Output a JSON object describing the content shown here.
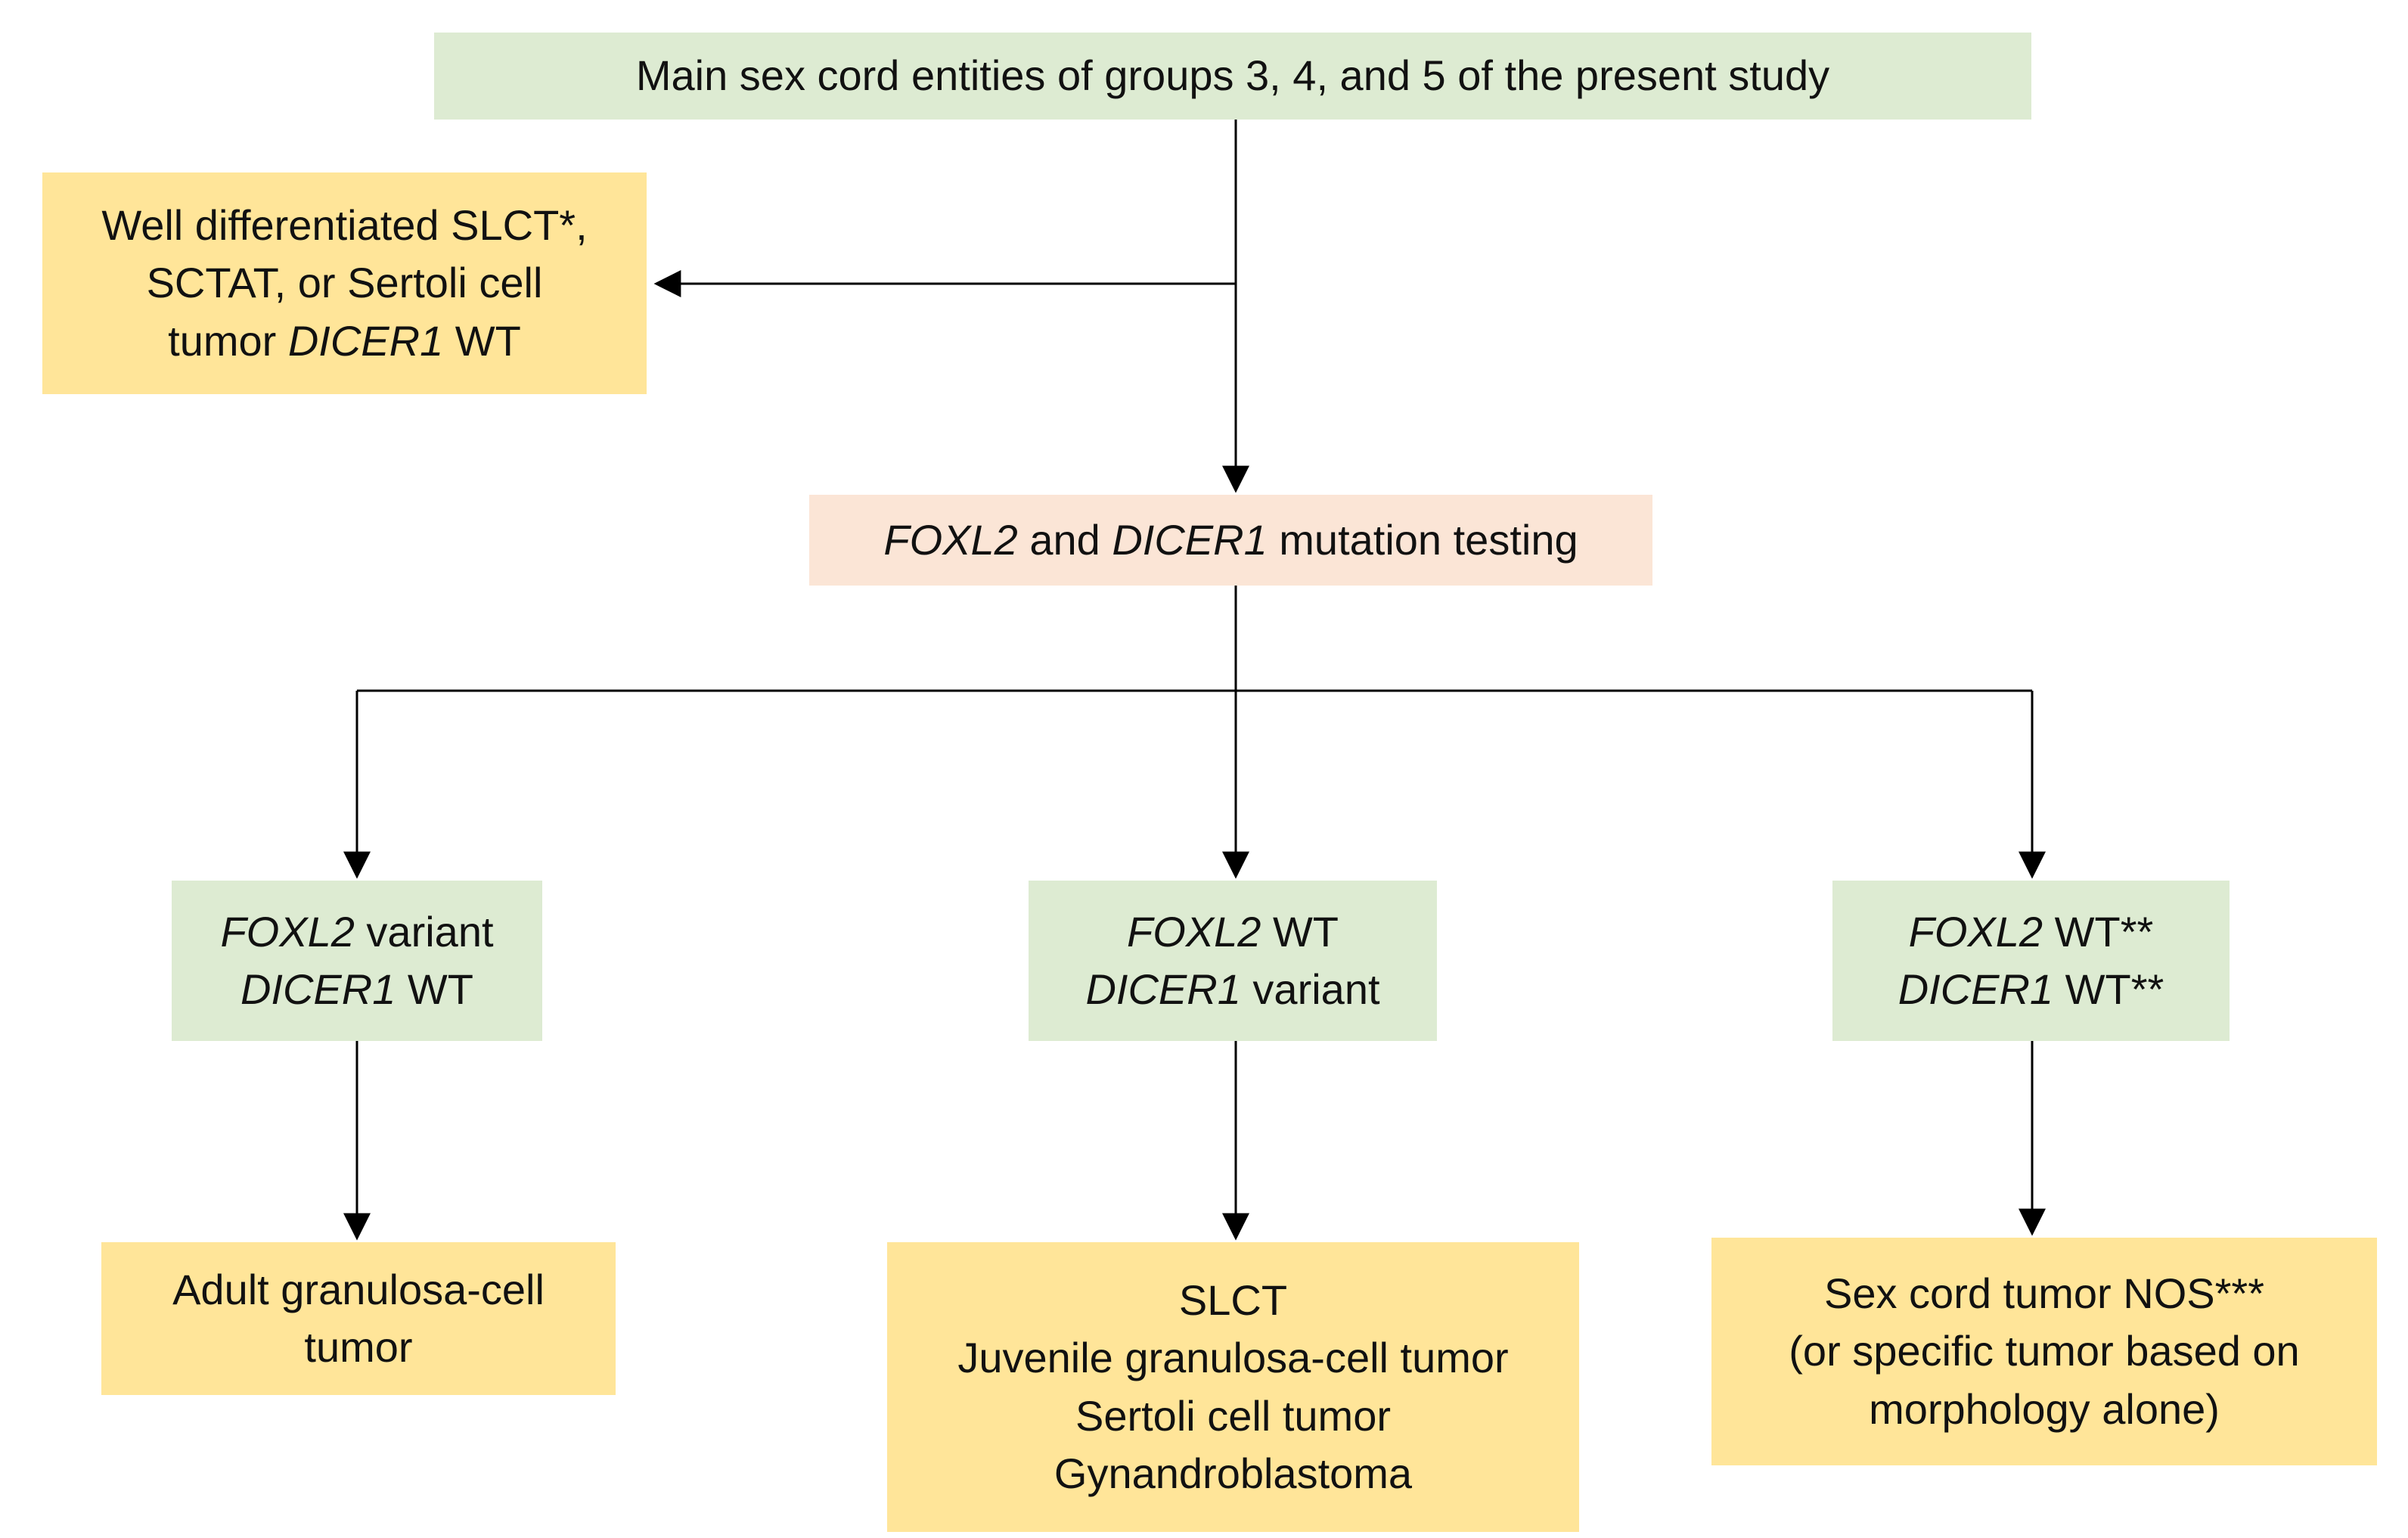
{
  "colors": {
    "box_green": "#ddebd2",
    "box_yellow": "#ffe599",
    "box_peach": "#fbe5d6",
    "connector": "#000000",
    "text": "#111111"
  },
  "nodes": {
    "root": {
      "lines": [
        [
          {
            "t": "Main sex cord entities of groups 3, 4, and 5 of the present study"
          }
        ]
      ]
    },
    "wt_exit": {
      "lines": [
        [
          {
            "t": "Well differentiated SLCT*,"
          }
        ],
        [
          {
            "t": "SCTAT, or Sertoli cell"
          }
        ],
        [
          {
            "t": "tumor "
          },
          {
            "t": "DICER1",
            "i": true
          },
          {
            "t": " WT"
          }
        ]
      ]
    },
    "testing": {
      "lines": [
        [
          {
            "t": "FOXL2",
            "i": true
          },
          {
            "t": " and "
          },
          {
            "t": "DICER1",
            "i": true
          },
          {
            "t": " mutation testing"
          }
        ]
      ]
    },
    "foxl2_variant": {
      "lines": [
        [
          {
            "t": "FOXL2",
            "i": true
          },
          {
            "t": " variant"
          }
        ],
        [
          {
            "t": "DICER1",
            "i": true
          },
          {
            "t": " WT"
          }
        ]
      ]
    },
    "dicer1_variant": {
      "lines": [
        [
          {
            "t": "FOXL2",
            "i": true
          },
          {
            "t": " WT"
          }
        ],
        [
          {
            "t": "DICER1",
            "i": true
          },
          {
            "t": " variant"
          }
        ]
      ]
    },
    "double_wt": {
      "lines": [
        [
          {
            "t": "FOXL2",
            "i": true
          },
          {
            "t": " WT**"
          }
        ],
        [
          {
            "t": "DICER1",
            "i": true
          },
          {
            "t": " WT**"
          }
        ]
      ]
    },
    "agct": {
      "lines": [
        [
          {
            "t": "Adult granulosa-cell"
          }
        ],
        [
          {
            "t": "tumor"
          }
        ]
      ]
    },
    "slct_group": {
      "lines": [
        [
          {
            "t": "SLCT"
          }
        ],
        [
          {
            "t": "Juvenile granulosa-cell tumor"
          }
        ],
        [
          {
            "t": "Sertoli cell tumor"
          }
        ],
        [
          {
            "t": "Gynandroblastoma"
          }
        ]
      ]
    },
    "nos": {
      "lines": [
        [
          {
            "t": "Sex cord tumor NOS***"
          }
        ],
        [
          {
            "t": "(or specific tumor based on"
          }
        ],
        [
          {
            "t": "morphology alone)"
          }
        ]
      ]
    }
  }
}
